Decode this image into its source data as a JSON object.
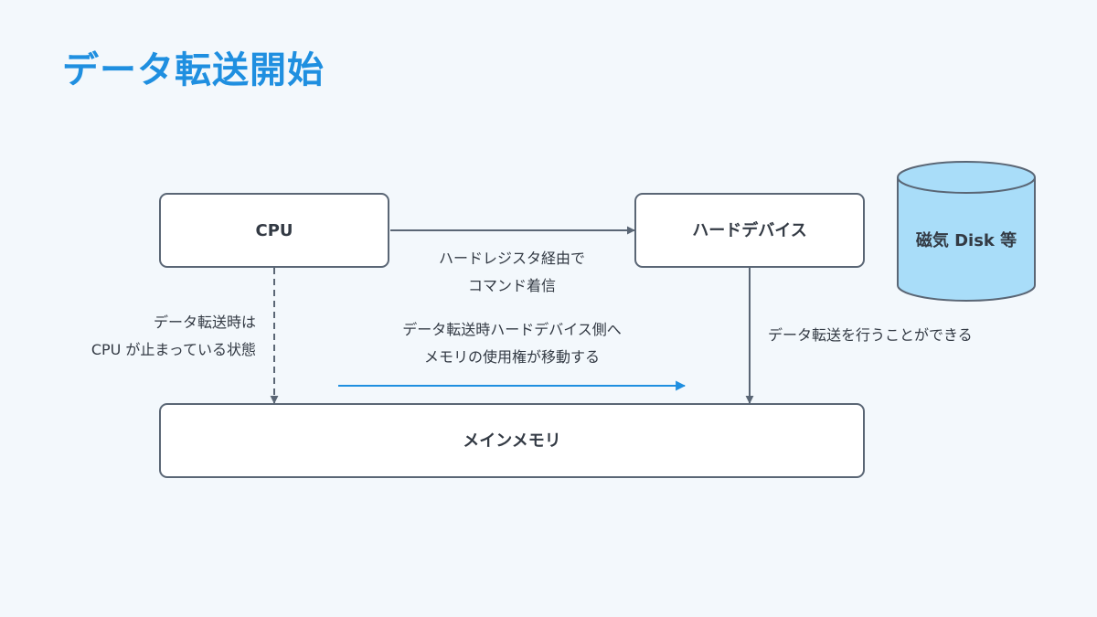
{
  "title": "データ転送開始",
  "nodes": {
    "cpu": "CPU",
    "hw_device": "ハードデバイス",
    "memory": "メインメモリ",
    "disk": "磁気 Disk 等"
  },
  "edges": {
    "cpu_to_device": [
      "ハードレジスタ経由で",
      "コマンド着信"
    ],
    "cpu_to_memory": [
      "データ転送時は",
      "CPU が止まっている状態"
    ],
    "ownership_transfer": [
      "データ転送時ハードデバイス側へ",
      "メモリの使用権が移動する"
    ],
    "device_to_memory": [
      "データ転送を行うことができる"
    ]
  },
  "colors": {
    "title": "#1f8fe0",
    "background": "#f3f8fc",
    "box_fill": "#ffffff",
    "box_stroke": "#5a6675",
    "arrow_gray": "#5a6675",
    "arrow_blue": "#1f8fe0",
    "disk_fill": "#a9ddf9",
    "text": "#333a44"
  }
}
